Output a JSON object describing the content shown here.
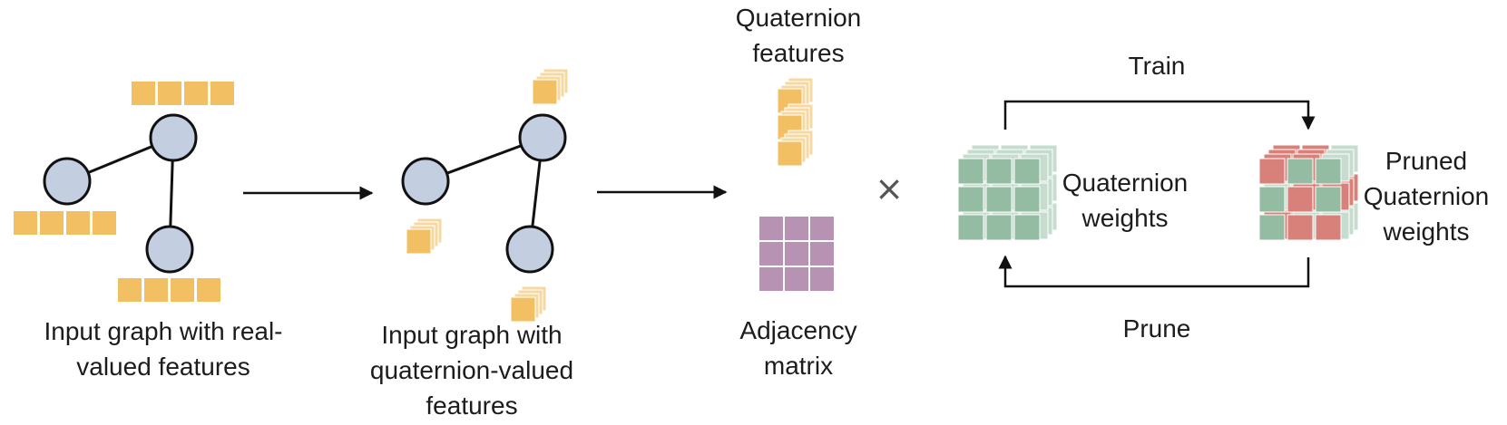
{
  "labels": {
    "input_real": "Input graph with real-\nvalued features",
    "input_quaternion": "Input graph with\nquaternion-valued\nfeatures",
    "quaternion_features": "Quaternion\nfeatures",
    "adjacency_matrix": "Adjacency\nmatrix",
    "quaternion_weights": "Quaternion\nweights",
    "pruned_quaternion_weights": "Pruned\nQuaternion\nweights",
    "train": "Train",
    "prune": "Prune",
    "multiply_symbol": "×"
  },
  "colors": {
    "node_fill": "#c3cfe0",
    "feature": "#f2c062",
    "feature_light": "#f6d9a0",
    "adjacency": "#b892b2",
    "weight": "#93bca3",
    "weight_light": "#c6dcce",
    "pruned": "#d8807a"
  },
  "icons": {
    "arrow": "right-arrow-icon",
    "multiply": "multiply-icon"
  }
}
